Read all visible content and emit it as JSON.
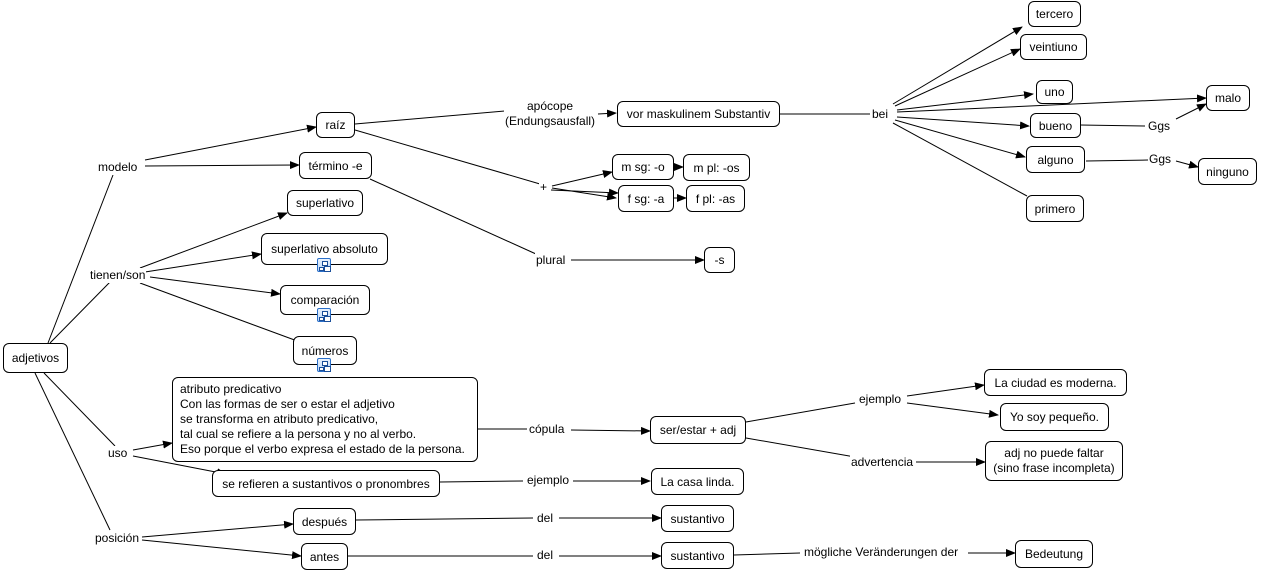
{
  "concepts": {
    "adjetivos": "adjetivos",
    "raiz": "raíz",
    "termino_e": "término -e",
    "superlativo": "superlativo",
    "superlativo_absoluto": "superlativo absoluto",
    "comparacion": "comparación",
    "numeros": "números",
    "vor_mask": "vor maskulinem Substantiv",
    "m_sg": "m sg: -o",
    "m_pl": "m pl: -os",
    "f_sg": "f sg: -a",
    "f_pl": "f pl: -as",
    "s": "-s",
    "tercero": "tercero",
    "veintiuno": "veintiuno",
    "uno": "uno",
    "bueno": "bueno",
    "alguno": "alguno",
    "primero": "primero",
    "malo": "malo",
    "ninguno": "ninguno",
    "atributo": [
      "atributo predicativo",
      "Con las formas de ser o estar el adjetivo",
      "se transforma en atributo predicativo,",
      "tal cual se refiere a la persona y no al verbo.",
      "Eso porque el verbo expresa el estado de la persona."
    ],
    "se_refieren": "se refieren a sustantivos o pronombres",
    "ser_estar": "ser/estar + adj",
    "ciudad": "La ciudad es moderna.",
    "yo_soy": "Yo soy pequeño.",
    "adj_no": [
      "adj no puede faltar",
      "(sino frase incompleta)"
    ],
    "casa": "La casa linda.",
    "despues": "después",
    "antes": "antes",
    "sustantivo1": "sustantivo",
    "sustantivo2": "sustantivo",
    "bedeutung": "Bedeutung"
  },
  "linking_phrases": {
    "modelo": "modelo",
    "tienen_son": "tienen/son",
    "uso": "uso",
    "posicion": "posición",
    "apocope": [
      "apócope",
      "(Endungsausfall)"
    ],
    "plus": "+",
    "plural": "plural",
    "bei": "bei",
    "ggs1": "Ggs",
    "ggs2": "Ggs",
    "copula": "cópula",
    "ejemplo1": "ejemplo",
    "ejemplo2": "ejemplo",
    "advertencia": "advertencia",
    "del1": "del",
    "del2": "del",
    "mogliche": "mögliche Veränderungen der"
  },
  "submap_icons": [
    "submap-icon",
    "submap-icon",
    "submap-icon"
  ]
}
